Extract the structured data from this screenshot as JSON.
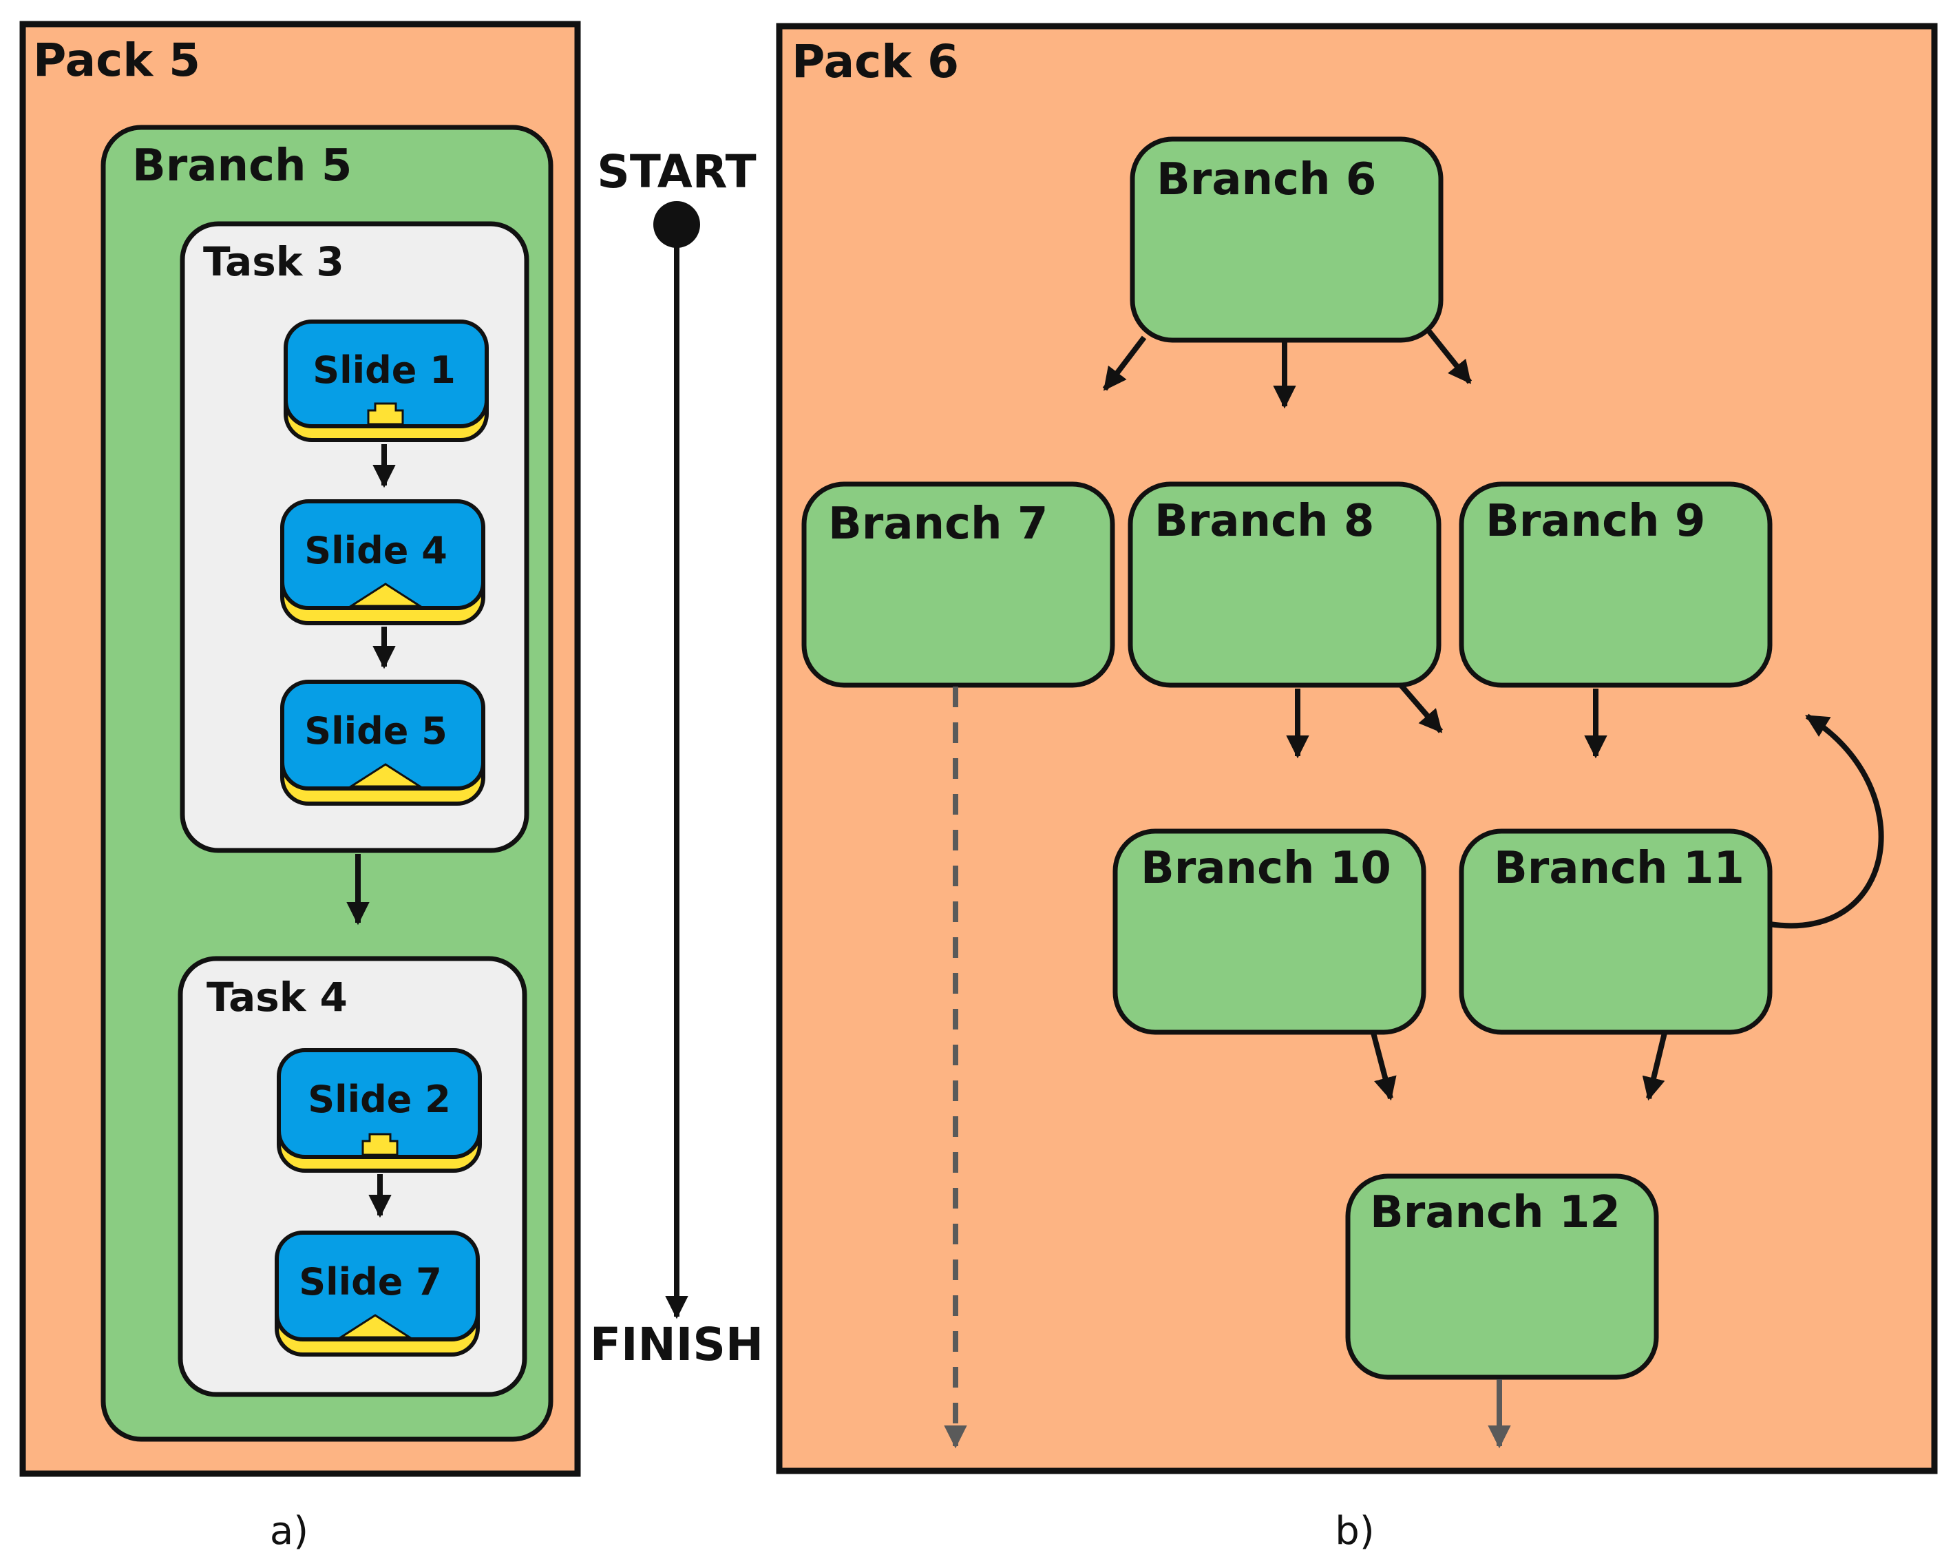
{
  "colors": {
    "pack_fill": "#FDB483",
    "branch_fill": "#8ACC82",
    "task_fill": "#EFEFEF",
    "slide_fill": "#069EE6",
    "slide_base": "#FFE234",
    "outline": "#111111",
    "dashed_arrow": "#5A5A5A"
  },
  "icons": [
    "arrow-down-icon",
    "arrow-diagonal-icon",
    "curved-arrow-icon",
    "start-dot-icon"
  ],
  "panel_a": {
    "pack_title": "Pack 5",
    "branch_title": "Branch 5",
    "tasks": [
      {
        "title": "Task 3",
        "slides": [
          "Slide 1",
          "Slide 4",
          "Slide 5"
        ]
      },
      {
        "title": "Task 4",
        "slides": [
          "Slide 2",
          "Slide 7"
        ]
      }
    ],
    "caption": "a)"
  },
  "timeline": {
    "start_label": "START",
    "finish_label": "FINISH"
  },
  "panel_b": {
    "pack_title": "Pack 6",
    "branches": [
      "Branch 6",
      "Branch 7",
      "Branch 8",
      "Branch 9",
      "Branch 10",
      "Branch 11",
      "Branch 12"
    ],
    "caption": "b)"
  }
}
